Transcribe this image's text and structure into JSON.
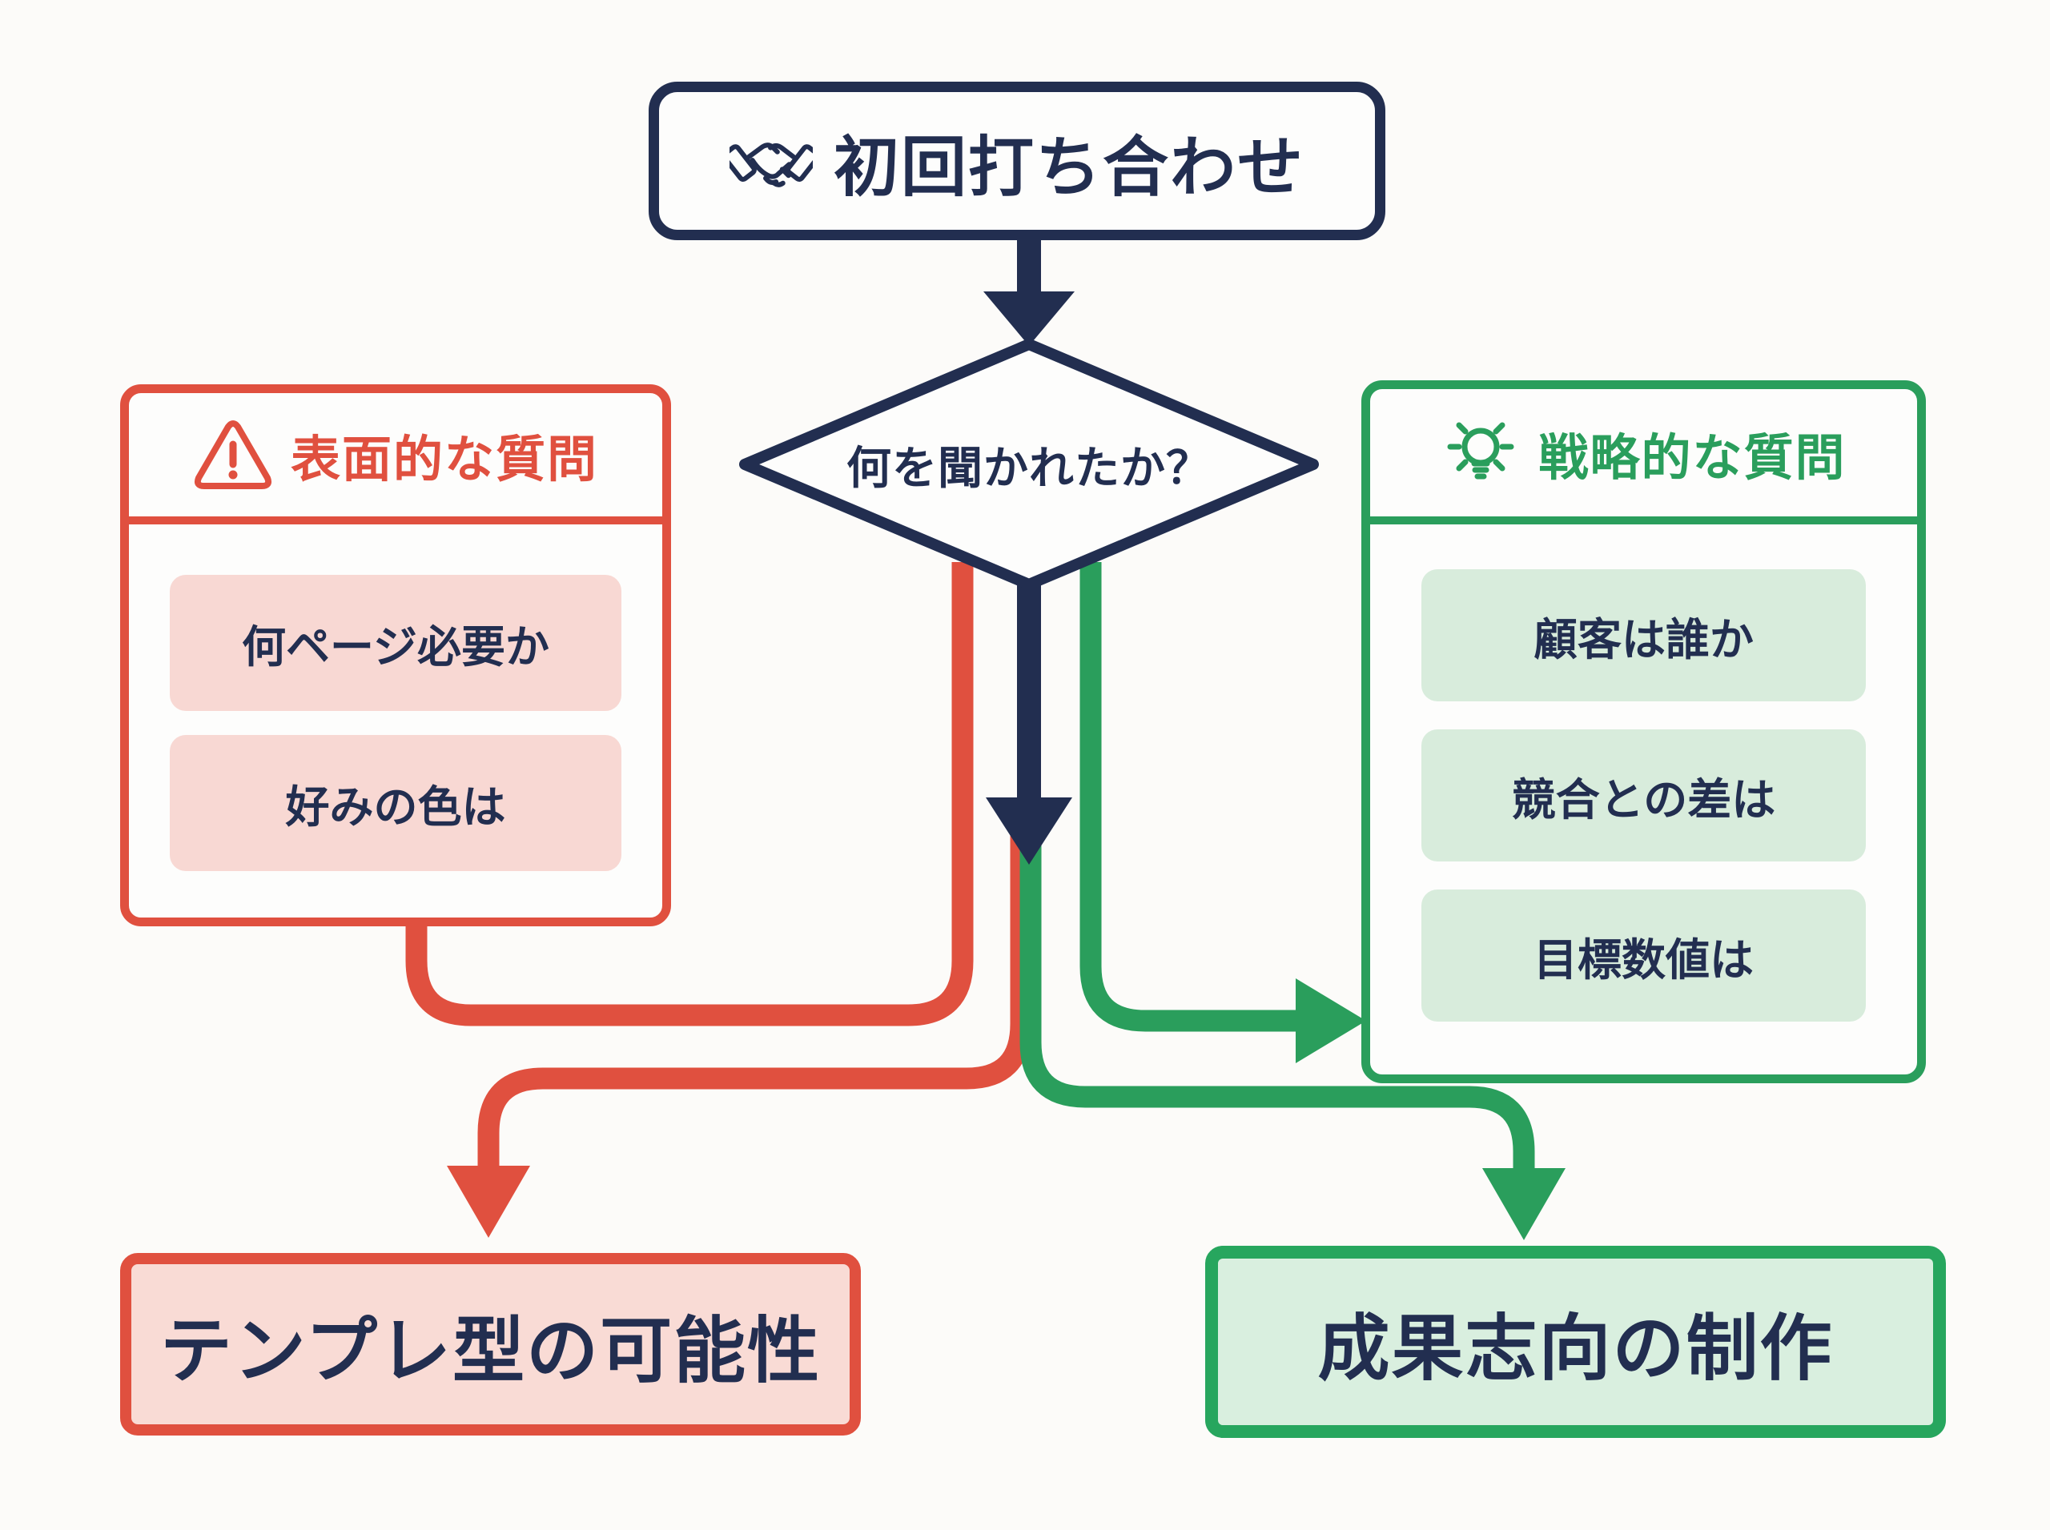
{
  "colors": {
    "navy": "#222e50",
    "red": "#e0503f",
    "pink_item": "#f8d8d3",
    "pink_result": "#f9dbd5",
    "green": "#2a9e5c",
    "green_result_border": "#27a65e",
    "green_item": "#d8ecdc",
    "green_result_fill": "#d9efdf",
    "background": "#fcfbf9"
  },
  "flow": {
    "start": {
      "label": "初回打ち合わせ",
      "icon": "handshake-icon"
    },
    "decision": {
      "label": "何を聞かれたか？"
    },
    "surface": {
      "title": "表面的な質問",
      "icon": "warning-icon",
      "items": [
        "何ページ必要か",
        "好みの色は"
      ]
    },
    "strategic": {
      "title": "戦略的な質問",
      "icon": "lightbulb-icon",
      "items": [
        "顧客は誰か",
        "競合との差は",
        "目標数値は"
      ]
    },
    "surface_result": {
      "label": "テンプレ型の可能性"
    },
    "strategic_result": {
      "label": "成果志向の制作"
    }
  }
}
